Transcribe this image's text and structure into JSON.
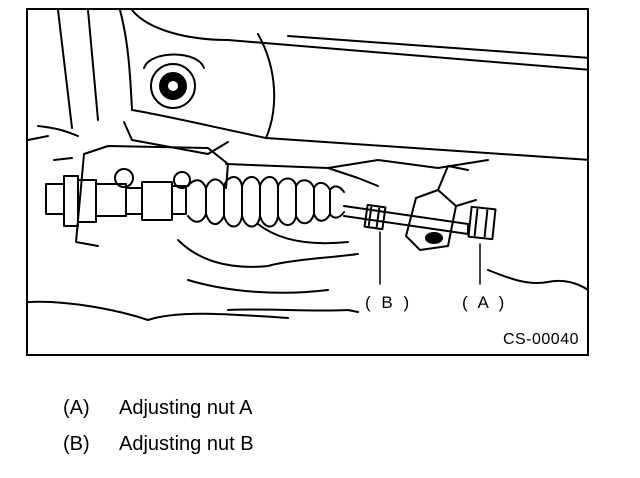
{
  "figure": {
    "callouts": {
      "a": "( A )",
      "b": "( B )"
    },
    "code": "CS-00040"
  },
  "legend": [
    {
      "key": "(A)",
      "text": "Adjusting nut A"
    },
    {
      "key": "(B)",
      "text": "Adjusting nut B"
    }
  ]
}
